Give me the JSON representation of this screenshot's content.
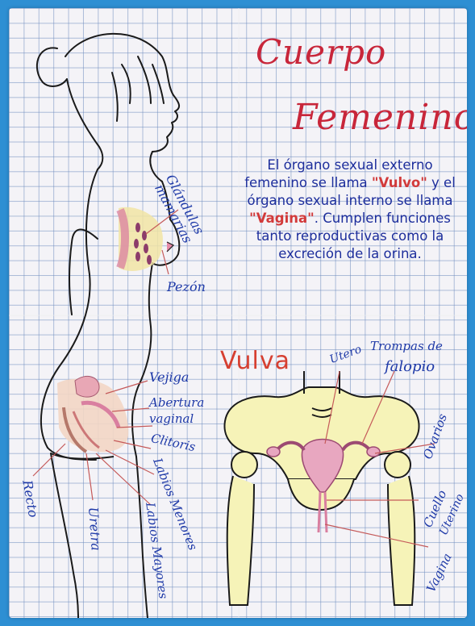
{
  "title": {
    "line1": "Cuerpo",
    "line2": "Femenino"
  },
  "description": {
    "part1": "El órgano sexual externo femenino se llama ",
    "vulvo": "\"Vulvo\"",
    "part2": " y el órgano sexual interno se llama ",
    "vagina": "\"Vagina\"",
    "part3": ". Cumplen funciones tanto reproductivas como la excreción de la orina."
  },
  "section_vulva": "Vulva",
  "labels": {
    "glandulas": "Glándulas",
    "mamarias": "mamarias",
    "pezon": "Pezón",
    "vejiga": "Vejiga",
    "abertura": "Abertura",
    "vaginal": "vaginal",
    "clitoris": "Clitoris",
    "labios_menores": "Labios Menores",
    "labios_mayores": "Labios Mayores",
    "recto": "Recto",
    "uretra": "Uretra",
    "utero": "Utero",
    "trompas": "Trompas de",
    "falopio": "falopio",
    "ovarios": "Ovarios",
    "cuello": "Cuello",
    "uterino": "Uterino",
    "vagina": "Vagina"
  },
  "colors": {
    "outline": "#1a1a1a",
    "label_blue": "#1f3aa8",
    "title_red": "#c8263a",
    "accent_pink": "#e68aa8",
    "bone_yellow": "#f6f3b8"
  }
}
